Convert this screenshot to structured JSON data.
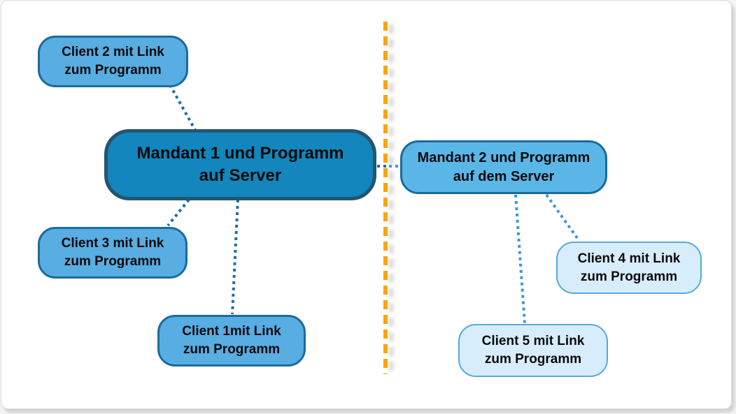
{
  "nodes": {
    "mandant1": {
      "label": "Mandant 1 und Programm\nauf Server"
    },
    "mandant2": {
      "label": "Mandant 2 und Programm\nauf dem Server"
    },
    "client1": {
      "label": "Client 1mit Link\nzum Programm"
    },
    "client2": {
      "label": "Client 2 mit Link\nzum Programm"
    },
    "client3": {
      "label": "Client 3 mit Link\nzum Programm"
    },
    "client4": {
      "label": "Client 4 mit Link\nzum Programm"
    },
    "client5": {
      "label": "Client 5 mit Link\nzum Programm"
    }
  },
  "colors": {
    "mandant1-fill": "#1286BD",
    "mandant1-border": "#24556F",
    "client-fill": "#58ADE2",
    "client-border": "#1A6C9B",
    "mandant2-fill": "#5BB6E8",
    "client-light-fill": "#D8EDFB",
    "client-light-border": "#56A8E0",
    "connector-dark": "#1E6E9E",
    "connector-light": "#3F97D3",
    "divider-orange": "#F9A602",
    "divider-shadow": "#C4C4C4"
  }
}
